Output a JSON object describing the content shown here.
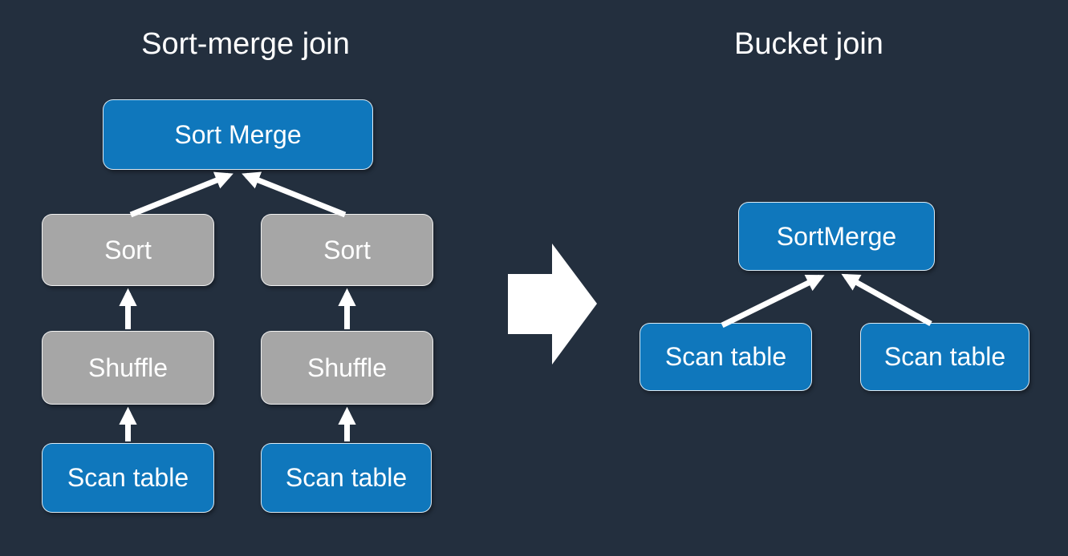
{
  "slide": {
    "background_color": "#232F3E",
    "node_blue_color": "#0F77BC",
    "node_gray_color": "#A6A6A6",
    "arrow_color": "#FFFFFF",
    "text_color": "#FFFFFF"
  },
  "left_diagram": {
    "title": "Sort-merge join",
    "nodes": {
      "sort_merge": "Sort Merge",
      "sort_left": "Sort",
      "sort_right": "Sort",
      "shuffle_left": "Shuffle",
      "shuffle_right": "Shuffle",
      "scan_left": "Scan table",
      "scan_right": "Scan table"
    },
    "edges": [
      "scan_left -> shuffle_left",
      "shuffle_left -> sort_left",
      "scan_right -> shuffle_right",
      "shuffle_right -> sort_right",
      "sort_left -> sort_merge",
      "sort_right -> sort_merge"
    ]
  },
  "transform_arrow": "left-to-right block arrow",
  "right_diagram": {
    "title": "Bucket join",
    "nodes": {
      "sort_merge": "SortMerge",
      "scan_left": "Scan table",
      "scan_right": "Scan table"
    },
    "edges": [
      "scan_left -> sort_merge",
      "scan_right -> sort_merge"
    ]
  }
}
